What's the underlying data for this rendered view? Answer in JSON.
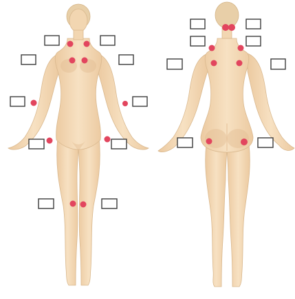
{
  "colors": {
    "background": "#ffffff",
    "skin": "#f2d6b1",
    "skin_shadow": "#e3bd92",
    "tender_point": "#e2455e",
    "checkbox_border": "#3a3a3a"
  },
  "figures": {
    "front": {
      "view": "front"
    },
    "back": {
      "view": "back"
    }
  },
  "tender_points_count": 18,
  "checkboxes_count": 18
}
